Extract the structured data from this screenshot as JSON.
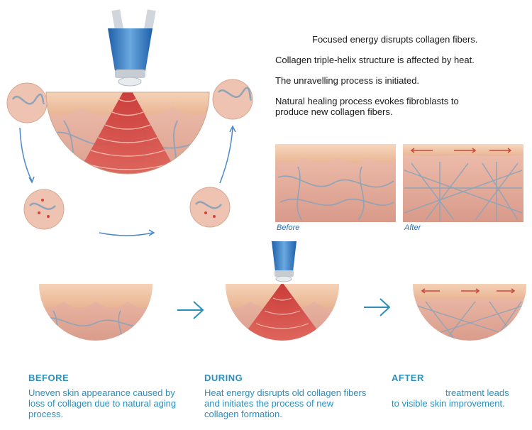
{
  "steps": [
    "Focused energy disrupts collagen fibers.",
    "Collagen triple-helix structure is affected by heat.",
    "The unravelling process is initiated.",
    "Natural healing process evokes fibroblasts to produce new collagen fibers."
  ],
  "comparison": {
    "before_label": "Before",
    "after_label": "After"
  },
  "columns": [
    {
      "title": "BEFORE",
      "description": "Uneven skin appearance caused by loss of collagen due to natural aging process."
    },
    {
      "title": "DURING",
      "description": "Heat energy disrupts old collagen fibers and initiates the process of new collagen formation."
    },
    {
      "title": "AFTER",
      "description": "treatment leads to visible skin improvement."
    }
  ],
  "colors": {
    "accent": "#2b8fbe",
    "skin": "#f3c9a6",
    "tissue": "#e8b3a0",
    "heat": "#d9403a",
    "fiber": "#8ea4b8"
  },
  "icons": [
    "ultrasound-applicator-icon",
    "arrow-right-icon",
    "curved-arrow-icon"
  ]
}
